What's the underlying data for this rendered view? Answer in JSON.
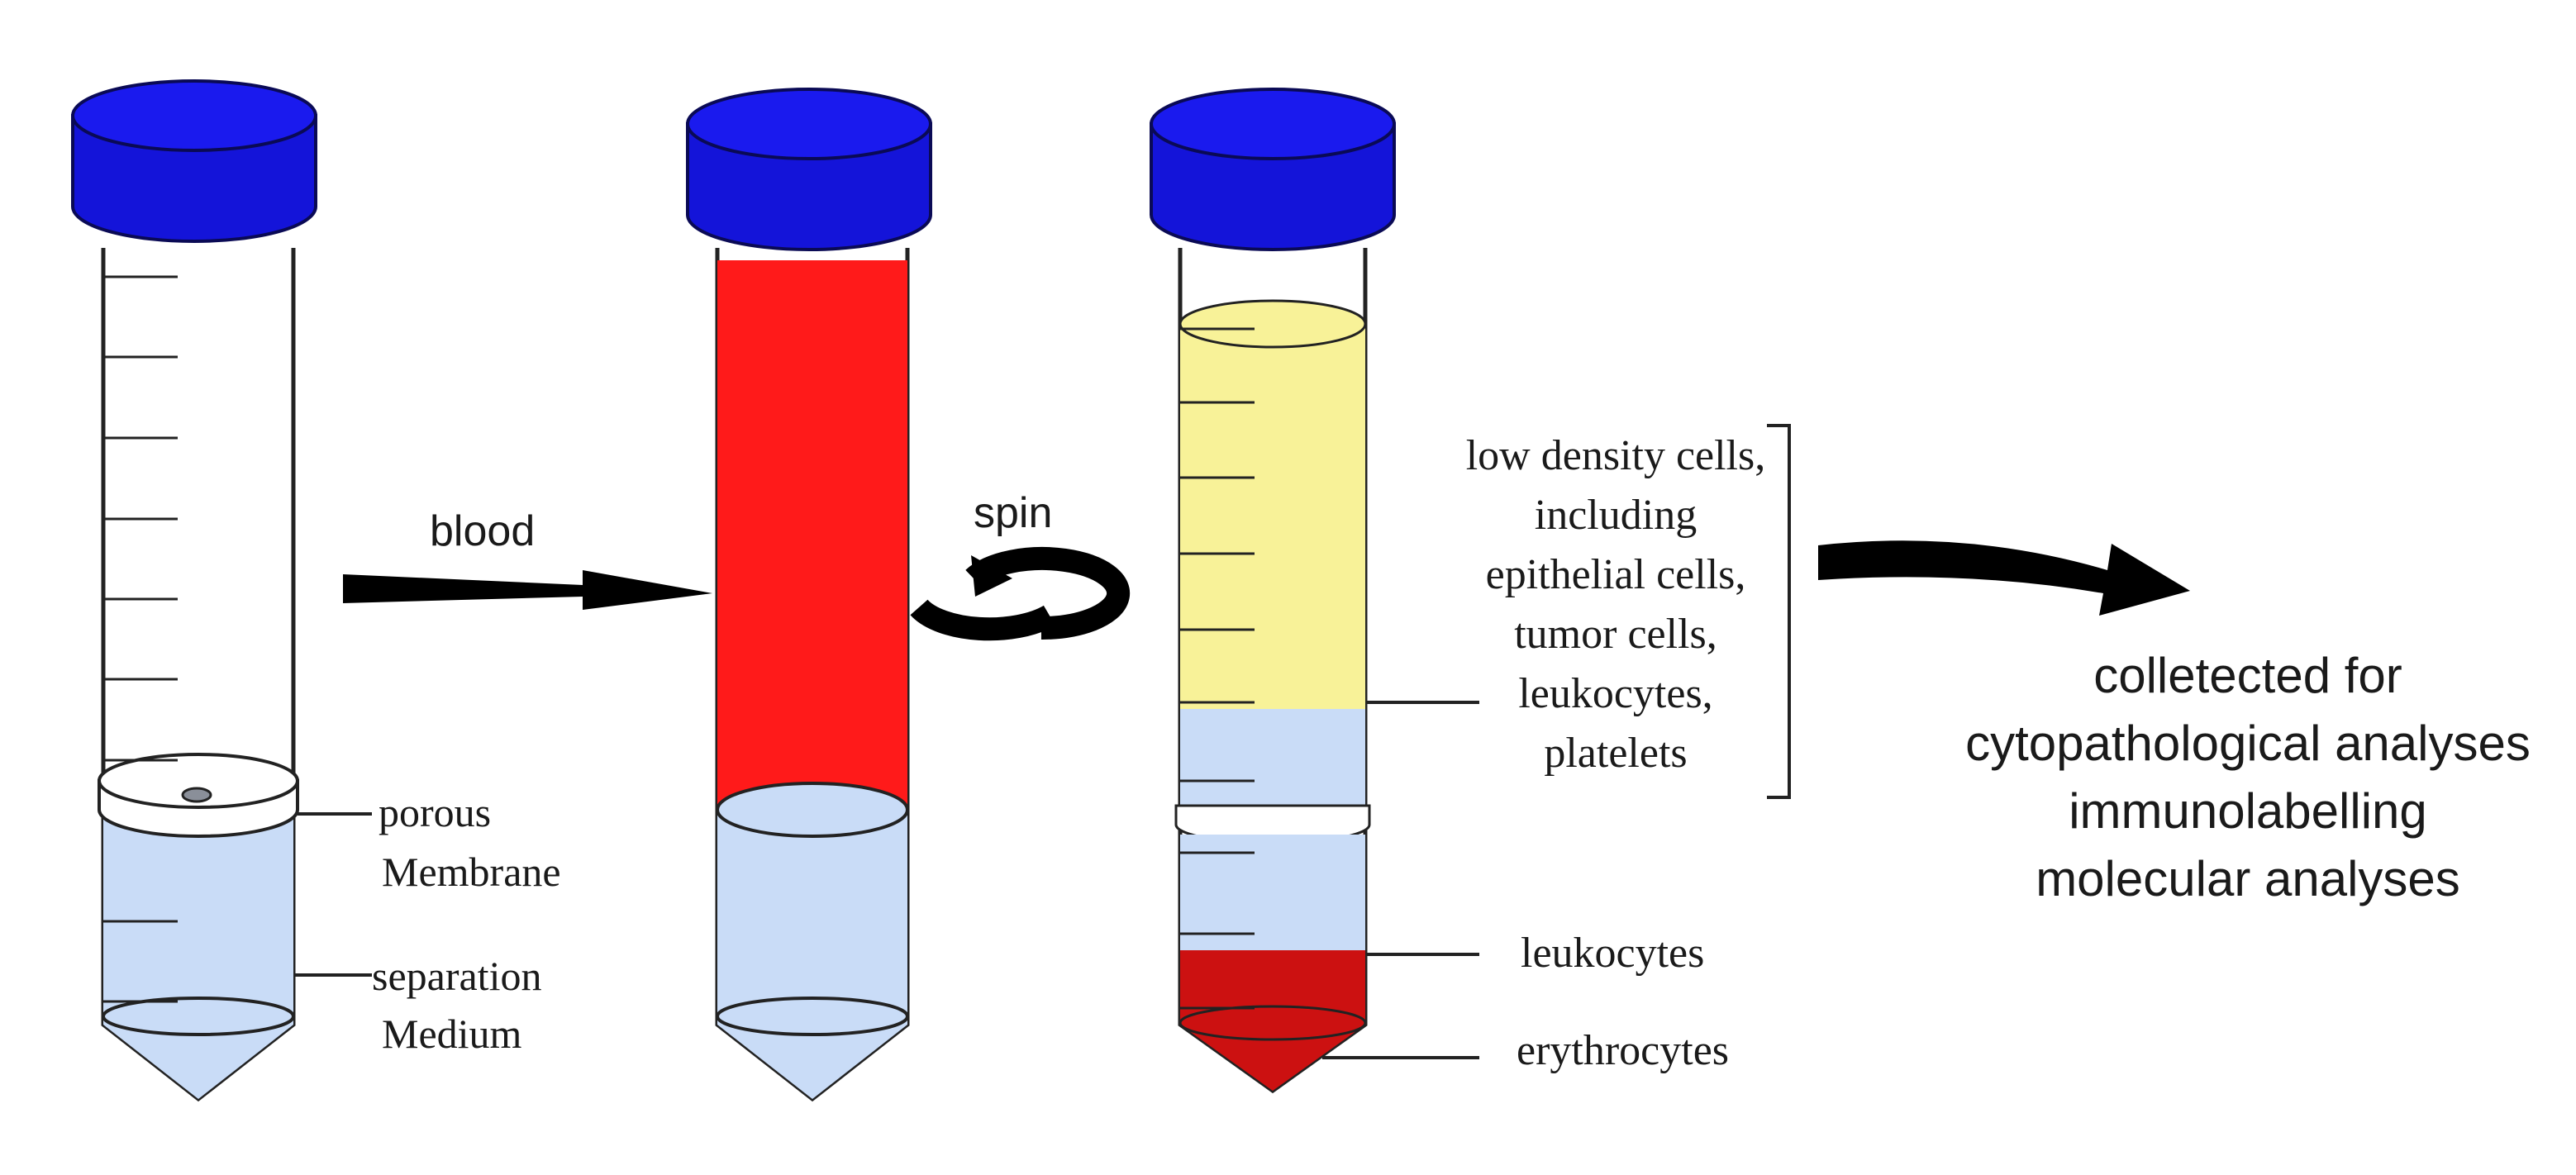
{
  "labels": {
    "blood": "blood",
    "spin": "spin",
    "porous_membrane": [
      "porous",
      "Membrane"
    ],
    "separation_medium": [
      "separation",
      "Medium"
    ],
    "low_density": [
      "low density cells,",
      "including",
      "epithelial cells,",
      "tumor cells,",
      "leukocytes,",
      "platelets"
    ],
    "leukocytes": "leukocytes",
    "erythrocytes": "erythrocytes",
    "collected": [
      "colletected for",
      "cytopathological analyses",
      "immunolabelling",
      "molecular analyses"
    ]
  },
  "colors": {
    "cap": "#1414d9",
    "blood": "#ff1a1a",
    "medium": "#c9dcf7",
    "plasma": "#f8f298",
    "erythrocytes": "#cc1111",
    "arrow": "#000000"
  }
}
